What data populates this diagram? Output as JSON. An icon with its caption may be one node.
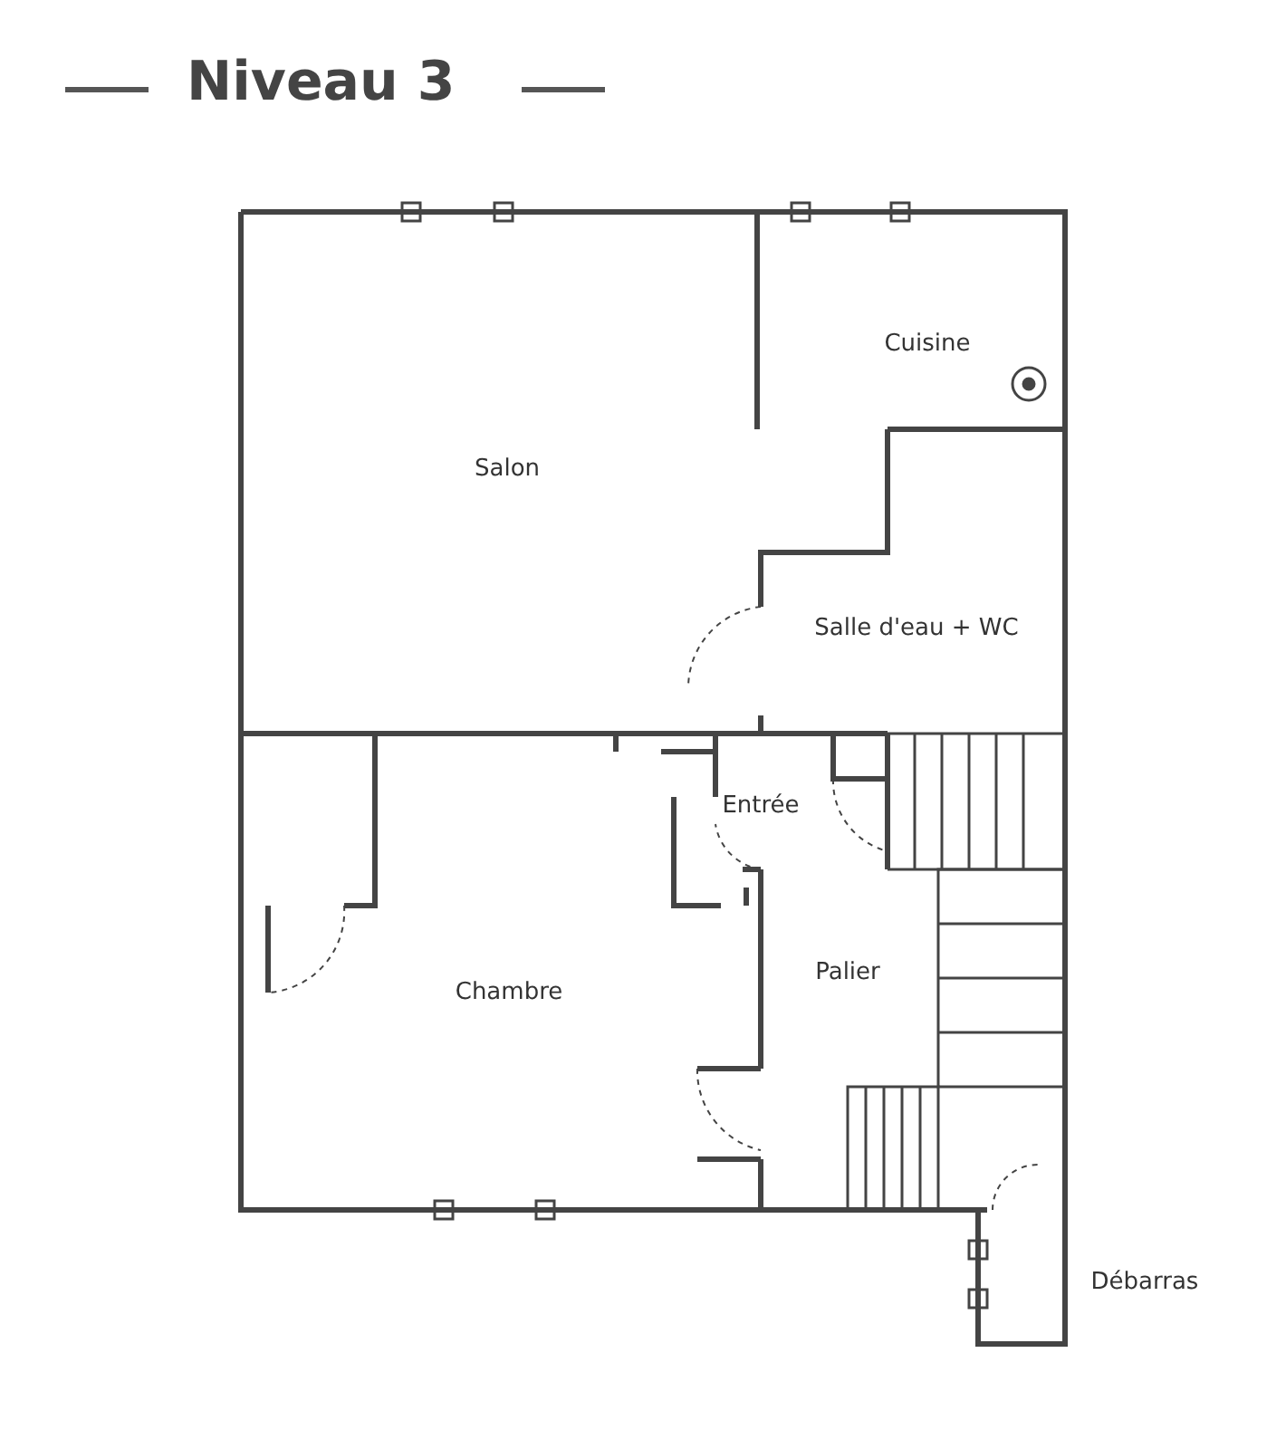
{
  "diagram": {
    "title": "Niveau 3",
    "nodes": [
      {
        "text": [
          "Salon"
        ]
      },
      {
        "text": [
          "Cuisine"
        ]
      },
      {
        "text": [
          "Salle d'eau + WC"
        ]
      },
      {
        "text": [
          "Entrée"
        ]
      },
      {
        "text": [
          "Chambre"
        ]
      },
      {
        "text": [
          "Palier"
        ]
      },
      {
        "text": [
          "Débarras"
        ]
      }
    ]
  }
}
